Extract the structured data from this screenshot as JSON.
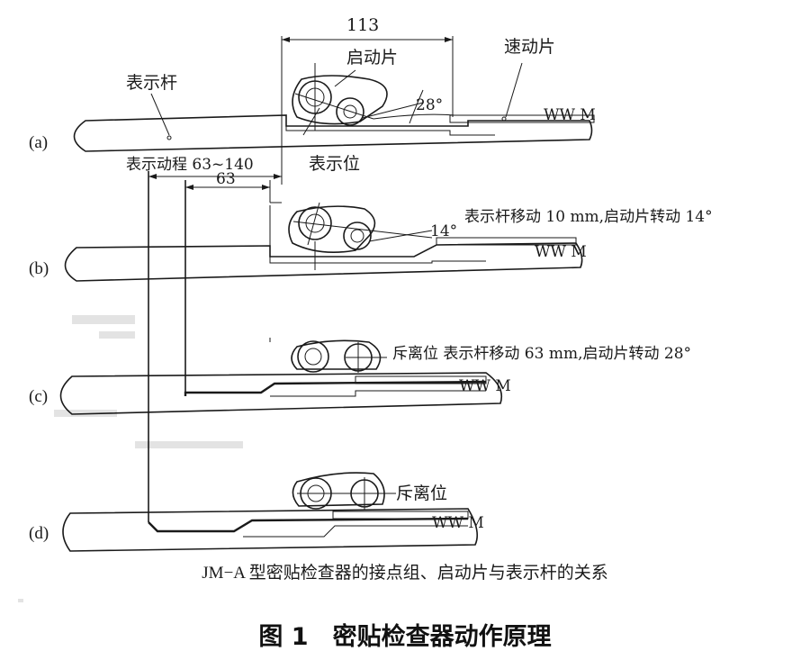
{
  "labels": {
    "row_a": "(a)",
    "row_b": "(b)",
    "row_c": "(c)",
    "row_d": "(d)",
    "dim_113": "113",
    "start_plate": "启动片",
    "fast_plate": "速动片",
    "indicator_rod": "表示杆",
    "angle_28": "28°",
    "indicator_travel": "表示动程 63~140",
    "indicator_position": "表示位",
    "dim_63": "63",
    "angle_14": "14°",
    "note_b": "表示杆移动 10 mm,启动片转动 14°",
    "separation_c": "斥离位 表示杆移动 63 mm,启动片转动 28°",
    "separation_d": "斥离位",
    "spring_mark": "WW M"
  },
  "caption": "JM−A 型密贴检查器的接点组、启动片与表示杆的关系",
  "figure_title": "图 1　密贴检查器动作原理"
}
